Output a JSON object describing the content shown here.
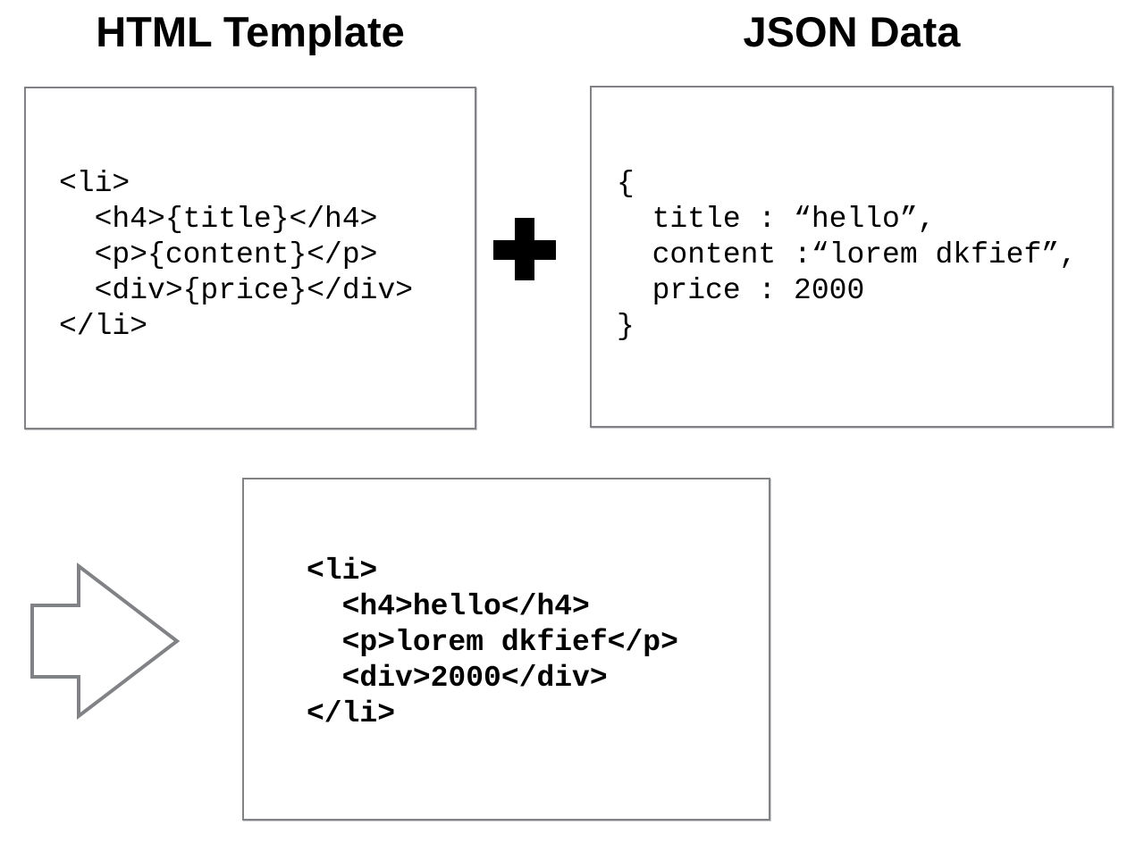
{
  "diagram": {
    "type": "concept-diagram",
    "title": "HTML Template combined with JSON Data produces rendered output",
    "panels": {
      "template": {
        "heading": "HTML Template",
        "code": "<li>\n  <h4>{title}</h4>\n  <p>{content}</p>\n  <div>{price}</div>\n</li>",
        "lines": [
          "<li>",
          "  <h4>{title}</h4>",
          "  <p>{content}</p>",
          "  <div>{price}</div>",
          "</li>"
        ],
        "placeholders": [
          "{title}",
          "{content}",
          "{price}"
        ]
      },
      "data": {
        "heading": "JSON Data",
        "code": "{\n  title : “hello”,\n  content :“lorem dkfief”,\n  price : 2000\n}",
        "lines": [
          "{",
          "  title : “hello”,",
          "  content :“lorem dkfief”,",
          "  price : 2000",
          "}"
        ],
        "fields": [
          {
            "key": "title",
            "value": "hello"
          },
          {
            "key": "content",
            "value": "lorem dkfief"
          },
          {
            "key": "price",
            "value": "2000"
          }
        ]
      },
      "output": {
        "heading": "",
        "code": "<li>\n  <h4>hello</h4>\n  <p>lorem dkfief</p>\n  <div>2000</div>\n</li>",
        "lines": [
          "<li>",
          "  <h4>hello</h4>",
          "  <p>lorem dkfief</p>",
          "  <div>2000</div>",
          "</li>"
        ]
      }
    },
    "operators": {
      "combine": "+",
      "produces": "arrow-right"
    },
    "colors": {
      "box_border": "#808285",
      "box_shadow": "#c9cacc",
      "arrow_stroke": "#808285",
      "text": "#000000",
      "background": "#ffffff"
    }
  }
}
